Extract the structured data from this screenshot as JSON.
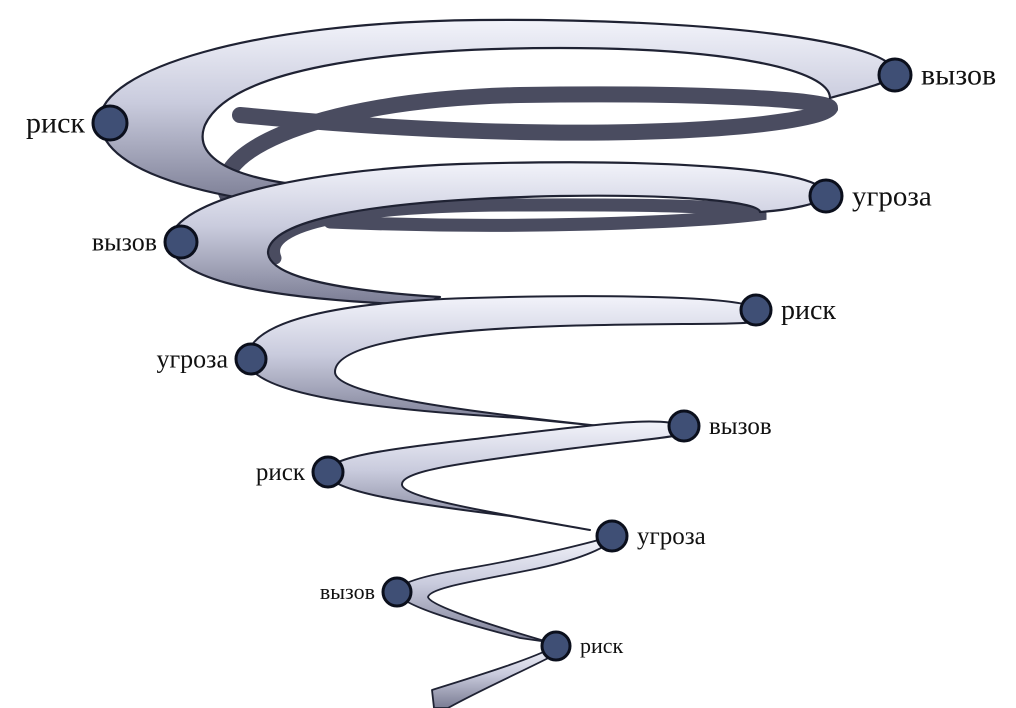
{
  "diagram": {
    "colors": {
      "ribbon_light": "#eceef8",
      "ribbon_mid": "#b7b9cf",
      "ribbon_dark": "#6e7087",
      "ribbon_shadow": "#4d4f63",
      "ribbon_edge": "#1f2233",
      "node_fill": "#3f4f75",
      "node_stroke": "#0b0f1c"
    },
    "nodes": [
      {
        "label": "вызов"
      },
      {
        "label": "риск"
      },
      {
        "label": "угроза"
      },
      {
        "label": "вызов"
      },
      {
        "label": "риск"
      },
      {
        "label": "угроза"
      },
      {
        "label": "вызов"
      },
      {
        "label": "риск"
      },
      {
        "label": "угроза"
      },
      {
        "label": "вызов"
      },
      {
        "label": "риск"
      }
    ]
  }
}
